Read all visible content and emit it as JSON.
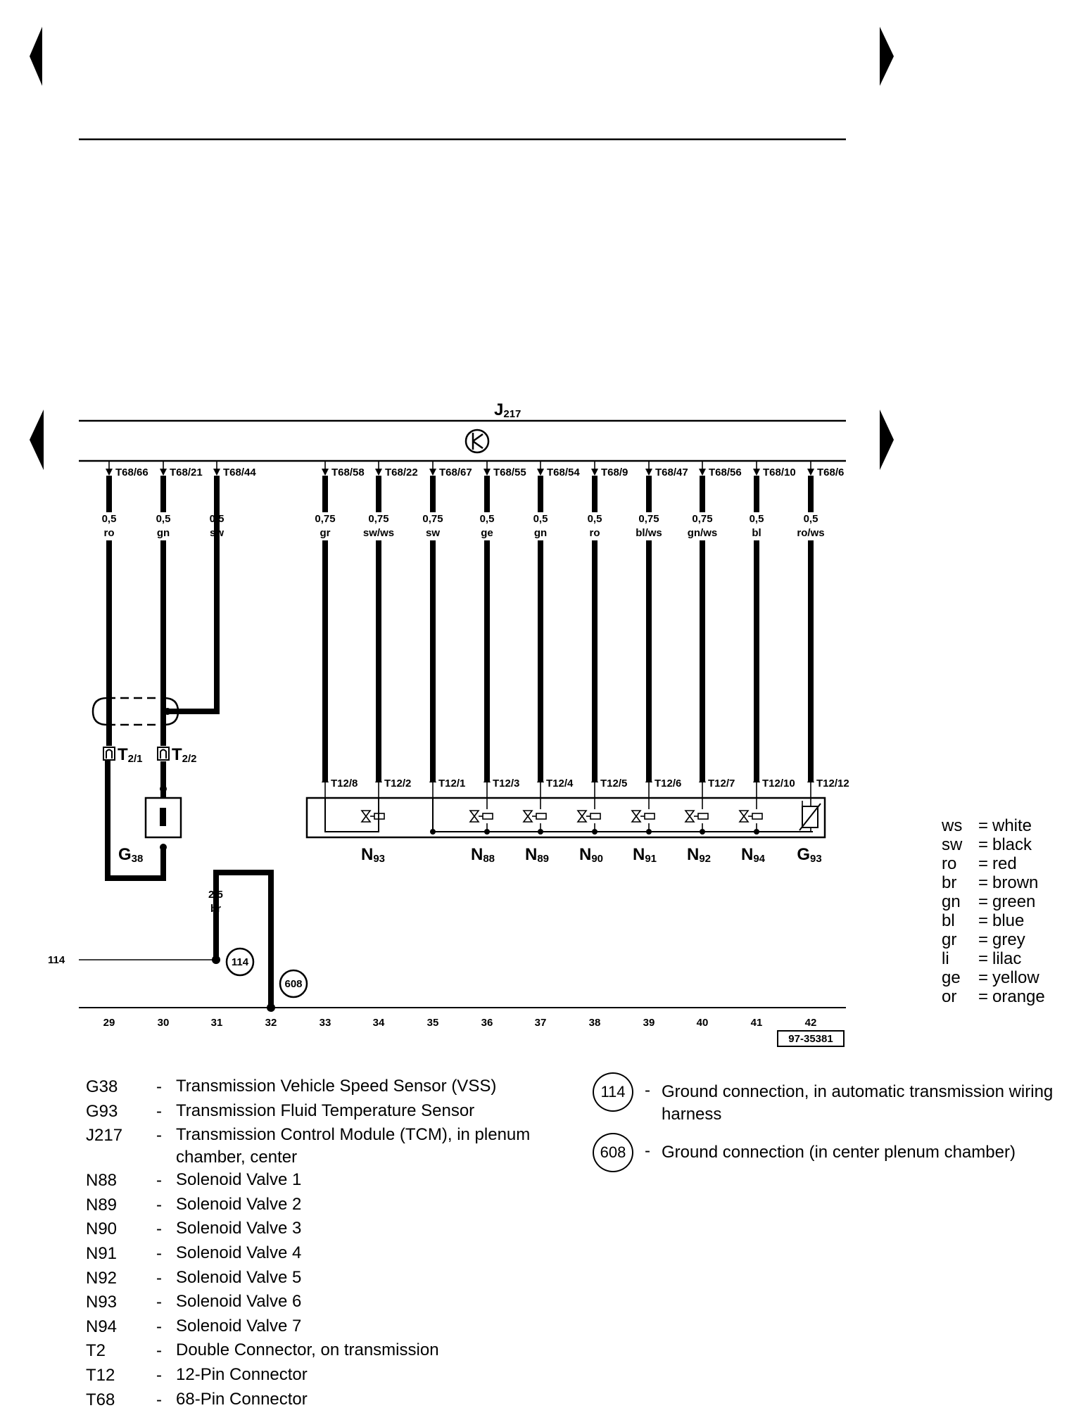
{
  "module": {
    "name": "J",
    "sub": "217"
  },
  "top_pins": [
    "T68/66",
    "T68/21",
    "T68/44",
    "T68/58",
    "T68/22",
    "T68/67",
    "T68/55",
    "T68/54",
    "T68/9",
    "T68/47",
    "T68/56",
    "T68/10",
    "T68/6"
  ],
  "wires": [
    {
      "size": "0,5",
      "color": "ro"
    },
    {
      "size": "0,5",
      "color": "gn"
    },
    {
      "size": "0,5",
      "color": "sw"
    },
    {
      "size": "0,75",
      "color": "gr"
    },
    {
      "size": "0,75",
      "color": "sw/ws"
    },
    {
      "size": "0,75",
      "color": "sw"
    },
    {
      "size": "0,5",
      "color": "ge"
    },
    {
      "size": "0,5",
      "color": "gn"
    },
    {
      "size": "0,5",
      "color": "ro"
    },
    {
      "size": "0,75",
      "color": "bl/ws"
    },
    {
      "size": "0,75",
      "color": "gn/ws"
    },
    {
      "size": "0,5",
      "color": "bl"
    },
    {
      "size": "0,5",
      "color": "ro/ws"
    }
  ],
  "t2_pins": [
    {
      "name": "T",
      "sub": "2/1"
    },
    {
      "name": "T",
      "sub": "2/2"
    }
  ],
  "t12_pins": [
    "T12/8",
    "T12/2",
    "T12/1",
    "T12/3",
    "T12/4",
    "T12/5",
    "T12/6",
    "T12/7",
    "T12/10",
    "T12/12"
  ],
  "components": [
    {
      "name": "G",
      "sub": "38"
    },
    {
      "name": "N",
      "sub": "93"
    },
    {
      "name": "N",
      "sub": "88"
    },
    {
      "name": "N",
      "sub": "89"
    },
    {
      "name": "N",
      "sub": "90"
    },
    {
      "name": "N",
      "sub": "91"
    },
    {
      "name": "N",
      "sub": "92"
    },
    {
      "name": "N",
      "sub": "94"
    },
    {
      "name": "G",
      "sub": "93"
    }
  ],
  "ground_wire": {
    "size": "2,5",
    "color": "br"
  },
  "ground_refs": [
    "114",
    "114",
    "608"
  ],
  "track_numbers": [
    "29",
    "30",
    "31",
    "32",
    "33",
    "34",
    "35",
    "36",
    "37",
    "38",
    "39",
    "40",
    "41",
    "42"
  ],
  "ref_number": "97-35381",
  "color_legend": [
    {
      "code": "ws",
      "name": "white"
    },
    {
      "code": "sw",
      "name": "black"
    },
    {
      "code": "ro",
      "name": "red"
    },
    {
      "code": "br",
      "name": "brown"
    },
    {
      "code": "gn",
      "name": "green"
    },
    {
      "code": "bl",
      "name": "blue"
    },
    {
      "code": "gr",
      "name": "grey"
    },
    {
      "code": "li",
      "name": "lilac"
    },
    {
      "code": "ge",
      "name": "yellow"
    },
    {
      "code": "or",
      "name": "orange"
    }
  ],
  "descriptions": [
    {
      "code": "G38",
      "dash": "-",
      "text": "Transmission Vehicle Speed Sensor (VSS)"
    },
    {
      "code": "G93",
      "dash": "-",
      "text": "Transmission Fluid Temperature Sensor"
    },
    {
      "code": "J217",
      "dash": "-",
      "text": "Transmission Control Module (TCM), in plenum chamber, center"
    },
    {
      "code": "N88",
      "dash": "-",
      "text": "Solenoid Valve 1"
    },
    {
      "code": "N89",
      "dash": "-",
      "text": "Solenoid Valve 2"
    },
    {
      "code": "N90",
      "dash": "-",
      "text": "Solenoid Valve 3"
    },
    {
      "code": "N91",
      "dash": "-",
      "text": "Solenoid Valve 4"
    },
    {
      "code": "N92",
      "dash": "-",
      "text": "Solenoid Valve 5"
    },
    {
      "code": "N93",
      "dash": "-",
      "text": "Solenoid Valve 6"
    },
    {
      "code": "N94",
      "dash": "-",
      "text": "Solenoid Valve 7"
    },
    {
      "code": "T2",
      "dash": "-",
      "text": "Double Connector, on transmission"
    },
    {
      "code": "T12",
      "dash": "-",
      "text": "12-Pin Connector"
    },
    {
      "code": "T68",
      "dash": "-",
      "text": "68-Pin Connector"
    }
  ],
  "ground_descriptions": [
    {
      "num": "114",
      "dash": "-",
      "text": "Ground connection, in automatic transmission wiring harness"
    },
    {
      "num": "608",
      "dash": "-",
      "text": "Ground connection (in center plenum chamber)"
    }
  ]
}
